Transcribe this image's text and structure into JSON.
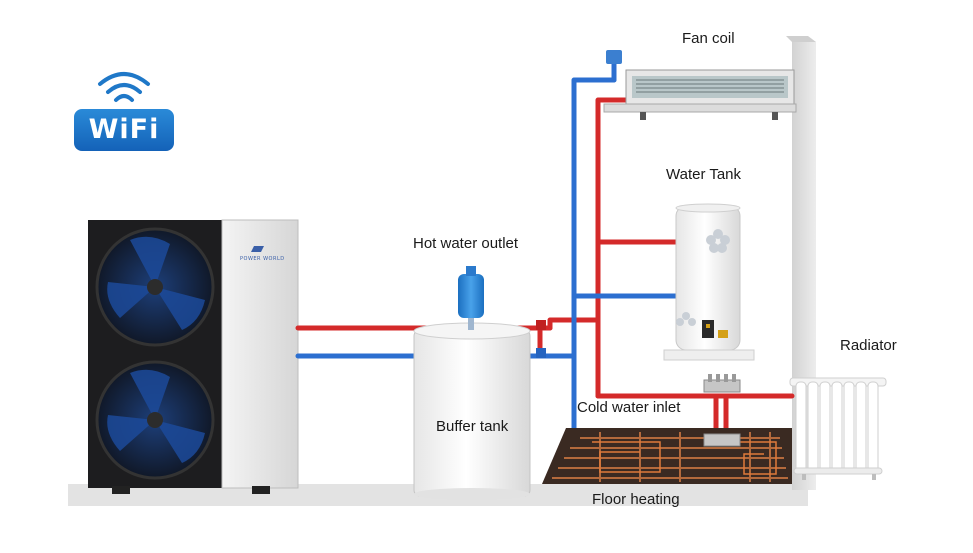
{
  "logo": {
    "wifi_text": "WiFi"
  },
  "brand": {
    "text": "POWER WORLD"
  },
  "labels": {
    "fan_coil": "Fan coil",
    "water_tank": "Water Tank",
    "hot_water_outlet": "Hot water outlet",
    "radiator": "Radiator",
    "cold_water_inlet": "Cold water inlet",
    "buffer_tank": "Buffer tank",
    "floor_heating": "Floor heating"
  },
  "colors": {
    "hot_pipe": "#d42a2a",
    "cold_pipe": "#2c6fd0",
    "wifi_blue": "#1f78c8",
    "heat_pump_body": "#1d1d1f",
    "floor_wall": "#e1e1e1"
  }
}
